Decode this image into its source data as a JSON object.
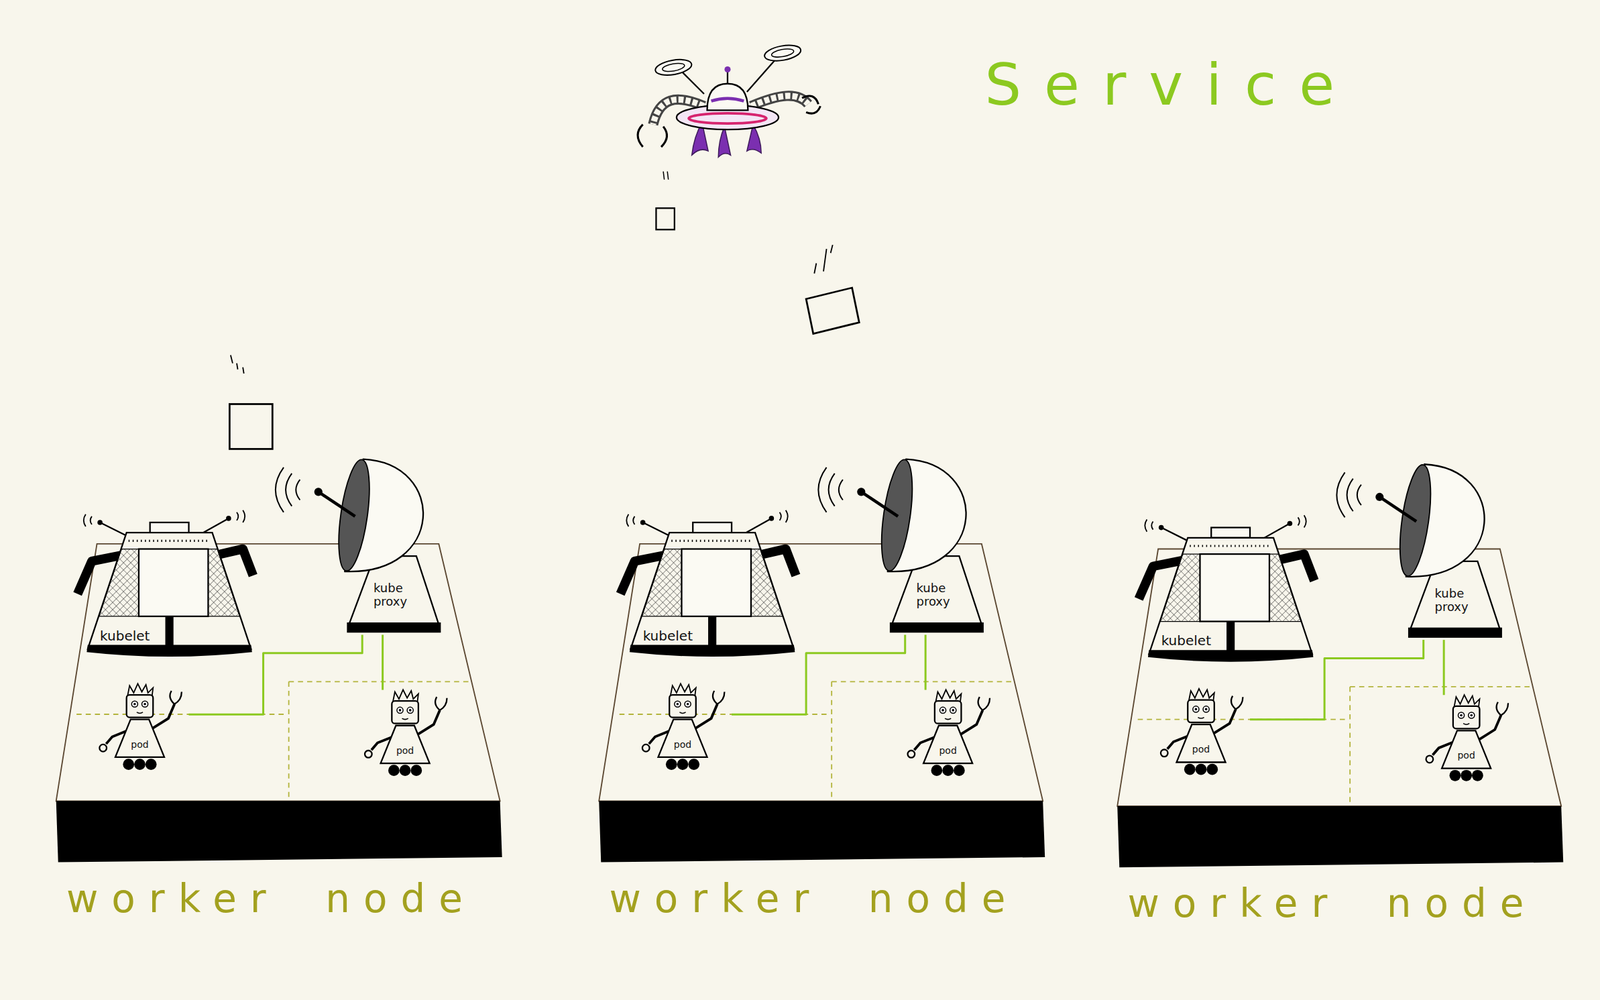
{
  "diagram": {
    "title": "Service",
    "nodes": [
      {
        "text": [
          "worker node"
        ]
      },
      {
        "text": [
          "kubelet"
        ],
        "in": 0
      },
      {
        "text": [
          "kube proxy"
        ],
        "in": 0
      },
      {
        "text": [
          "pod"
        ],
        "in": 0
      },
      {
        "text": [
          "pod"
        ],
        "in": 0
      },
      {
        "text": [
          "worker node"
        ]
      },
      {
        "text": [
          "kubelet"
        ],
        "in": 5
      },
      {
        "text": [
          "kube proxy"
        ],
        "in": 5
      },
      {
        "text": [
          "pod"
        ],
        "in": 5
      },
      {
        "text": [
          "pod"
        ],
        "in": 5
      },
      {
        "text": [
          "worker node"
        ]
      },
      {
        "text": [
          "kubelet"
        ],
        "in": 10
      },
      {
        "text": [
          "kube proxy"
        ],
        "in": 10
      },
      {
        "text": [
          "pod"
        ],
        "in": 10
      },
      {
        "text": [
          "pod"
        ],
        "in": 10
      }
    ],
    "edges": [
      {
        "from": 2,
        "to": 3,
        "arrow": "none"
      },
      {
        "from": 2,
        "to": 4,
        "arrow": "none"
      },
      {
        "from": 7,
        "to": 8,
        "arrow": "none"
      },
      {
        "from": 7,
        "to": 9,
        "arrow": "none"
      },
      {
        "from": 12,
        "to": 13,
        "arrow": "none"
      },
      {
        "from": 12,
        "to": 14,
        "arrow": "none"
      }
    ]
  }
}
